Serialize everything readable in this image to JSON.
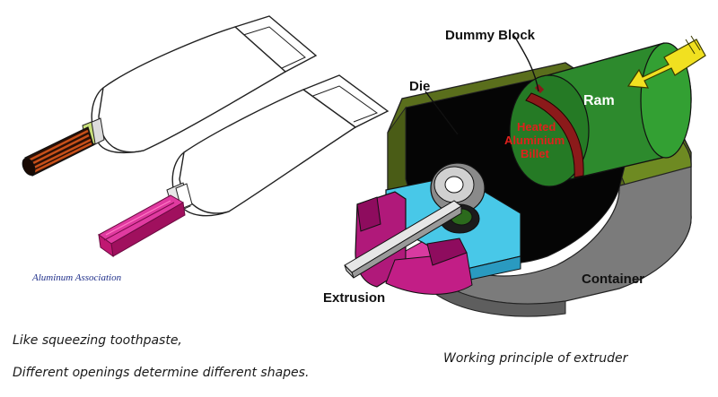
{
  "toothpaste_panel": {
    "credit": "Aluminum Association",
    "caption_line1": "Like squeezing toothpaste,",
    "caption_line2": "Different openings determine different shapes."
  },
  "extruder_panel": {
    "labels": {
      "dummy_block": "Dummy Block",
      "die": "Die",
      "ram": "Ram",
      "heated_line1": "Heated",
      "heated_line2": "Aluminium",
      "heated_line3": "Billet",
      "container": "Container",
      "extrusion": "Extrusion"
    },
    "caption": "Working principle of extruder"
  },
  "colors": {
    "container_olive": "#5a6e1c",
    "container_grey": "#7b7b7b",
    "ram_green": "#2d8a2d",
    "billet_red": "#8b1a1a",
    "heated_text_red": "#e0201c",
    "die_magenta": "#b0197a",
    "die_cyan": "#48c8e8",
    "arrow_yellow": "#f1e020",
    "extrusion_magenta": "#d0208a",
    "rod_copper": "#c8501a"
  }
}
